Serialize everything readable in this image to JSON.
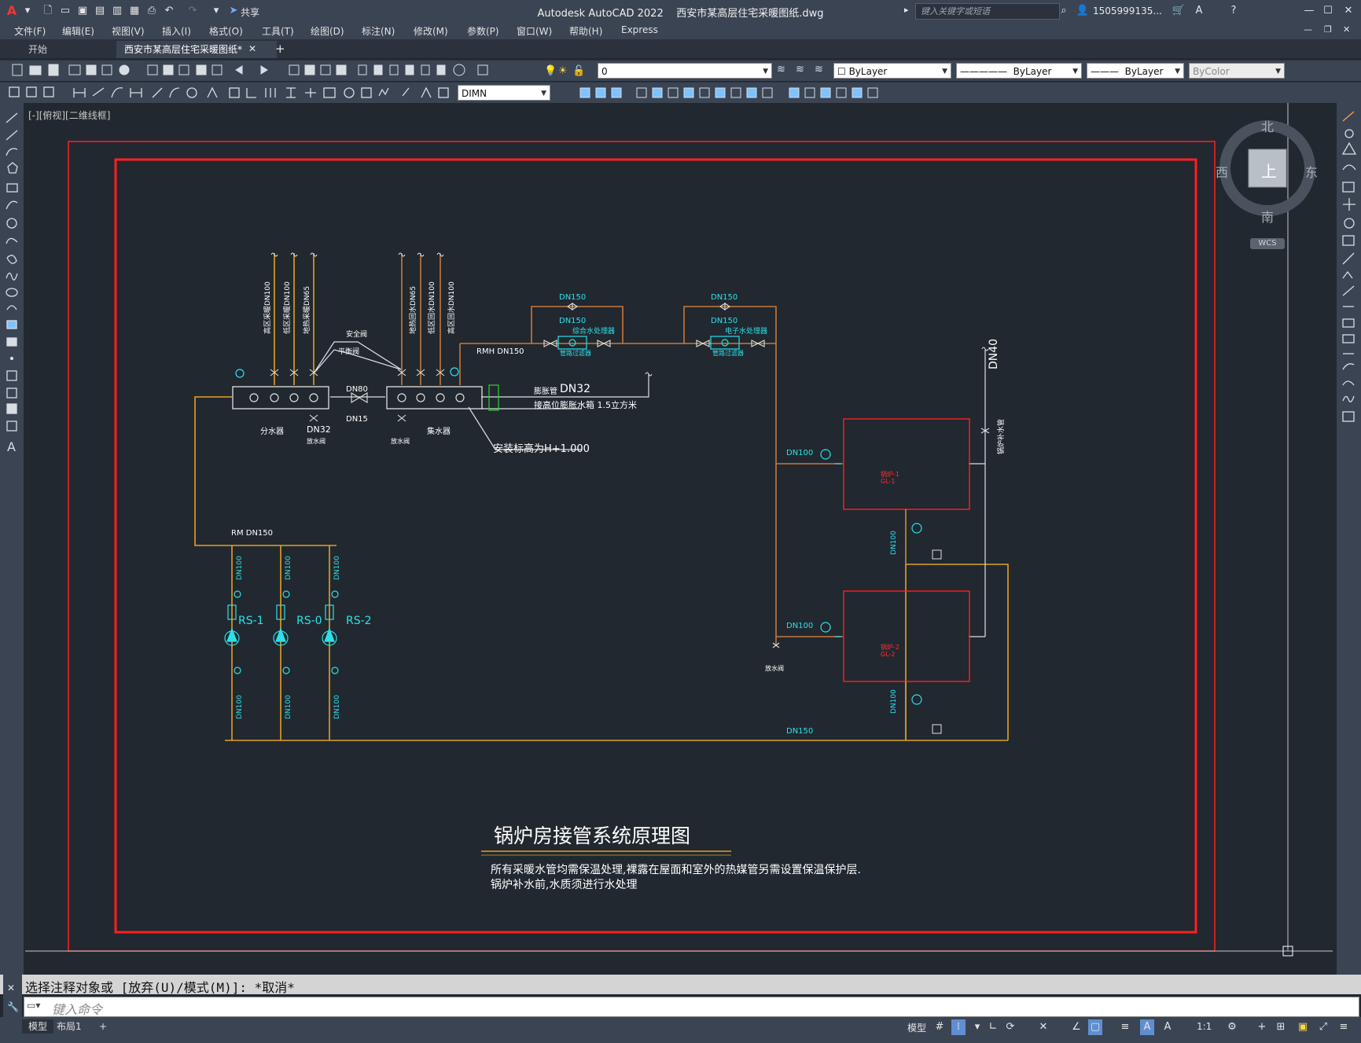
{
  "titlebar": {
    "app": "Autodesk AutoCAD 2022",
    "file": "西安市某高层住宅采暖图纸.dwg",
    "search_placeholder": "键入关键字或短语",
    "user": "1505999135...",
    "share_label": "共享"
  },
  "menu": [
    "文件(F)",
    "编辑(E)",
    "视图(V)",
    "插入(I)",
    "格式(O)",
    "工具(T)",
    "绘图(D)",
    "标注(N)",
    "修改(M)",
    "参数(P)",
    "窗口(W)",
    "帮助(H)",
    "Express"
  ],
  "tabs": {
    "start": "开始",
    "drawing": "西安市某高层住宅采暖图纸*"
  },
  "layer": {
    "current": "0"
  },
  "properties": {
    "color": "ByLayer",
    "linetype": "ByLayer",
    "lineweight": "ByLayer",
    "plotstyle": "ByColor"
  },
  "dimstyle": "DIMN",
  "viewport_label": "[-][俯视][二维线框]",
  "viewcube": {
    "north": "北",
    "south": "南",
    "east": "东",
    "west": "西",
    "top": "上",
    "wcs": "WCS"
  },
  "drawing": {
    "title": "锅炉房接管系统原理图",
    "note1": "所有采暖水管均需保温处理,裸露在屋面和室外的热媒管另需设置保温保护层.",
    "note2": "锅炉补水前,水质须进行水处理",
    "labels": {
      "fenshuiqi": "分水器",
      "jishuiqi": "集水器",
      "dn32": "DN32",
      "fangshuifa": "放水阀",
      "dn80": "DN80",
      "dn15": "DN15",
      "rmh": "RMH DN150",
      "rm": "RM DN150",
      "pengzhang": "膨胀管",
      "pengzhang_dn": "DN32",
      "tank": "接高位膨胀水箱  1.5立方米",
      "install": "安装标高为H+1.000",
      "dn150": "DN150",
      "dn100": "DN100",
      "dn40": "DN40",
      "rs1": "RS-1",
      "rs0": "RS-0",
      "rs2": "RS-2",
      "anquanfa": "安全阀",
      "pinghengfa": "平衡阀",
      "shuichuli1": "综合水处理器",
      "shuichuli2": "电子水处理器",
      "guandao": "管路过滤器",
      "boiler1a": "锅炉-1",
      "boiler1b": "GL-1",
      "boiler2a": "锅炉-2",
      "boiler2b": "GL-2",
      "bushui": "锅炉补水管"
    },
    "risers": [
      "高区采暖DN100",
      "低区采暖DN100",
      "地热采暖DN65",
      "地热回水DN65",
      "低区回水DN100",
      "高区回水DN100"
    ]
  },
  "command": {
    "history": "选择注释对象或 [放弃(U)/模式(M)]: *取消*",
    "placeholder": "键入命令"
  },
  "layouts": {
    "model": "模型",
    "layout1": "布局1"
  },
  "status": {
    "model": "模型",
    "scale": "1:1"
  }
}
